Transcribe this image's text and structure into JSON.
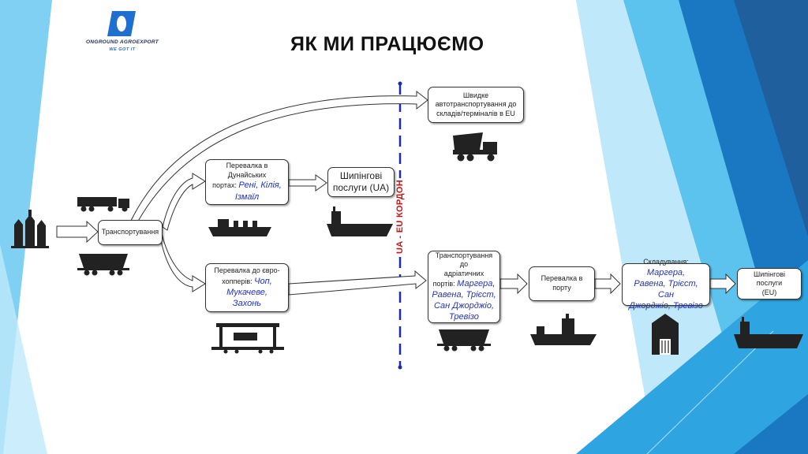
{
  "logo": {
    "letter": "O",
    "name": "ONGROUND AGROEXPORT",
    "tagline": "WE GOT IT"
  },
  "title": "ЯК МИ ПРАЦЮЄМО",
  "border_label": "UA - EU КОРДОН",
  "boxes": {
    "transport": {
      "text": "Транспортування"
    },
    "danube": {
      "line1": "Перевалка в",
      "line2": "Дунайських",
      "line3_pre": "портах: ",
      "line3_hl": "Рені, Кілія,",
      "line4_hl": "Ізмаїл"
    },
    "shipping_ua": {
      "line1": "Шипінгові",
      "line2": "послуги (UA)"
    },
    "euro_hoppers": {
      "line1": "Перевалка до євро-",
      "line2_pre": "хопперів: ",
      "line2_hl": "Чоп,",
      "line3_hl": "Мукачеве,",
      "line4_hl": "Захонь"
    },
    "fast_truck": {
      "line1": "Швидке",
      "line2": "автотранспортування до",
      "line3": "складів/терміналів в EU"
    },
    "adriatic": {
      "line1": "Транспортування до",
      "line2": "адріатичних",
      "line3_pre": "портів: ",
      "line3_hl": "Маргера,",
      "line4_hl": "Равена, Трієст,",
      "line5_hl": "Сан Джорджіо,",
      "line6_hl": "Тревізо"
    },
    "port_transship": {
      "line1": "Перевалка в",
      "line2": "порту"
    },
    "storage": {
      "line1_pre": "Складування: ",
      "line1_hl": "Маргера,",
      "line2_hl": "Равена, Трієст, Сан",
      "line3_hl": "Джорджіо, Тревізо"
    },
    "shipping_eu": {
      "line1": "Шипінгові послуги",
      "line2": "(EU)"
    }
  },
  "colors": {
    "border_line": "#1a2bb0",
    "border_text": "#cc1111",
    "highlight": "#2233bb",
    "accent_dark": "#1a78c2",
    "accent_light": "#7fd0f3"
  }
}
